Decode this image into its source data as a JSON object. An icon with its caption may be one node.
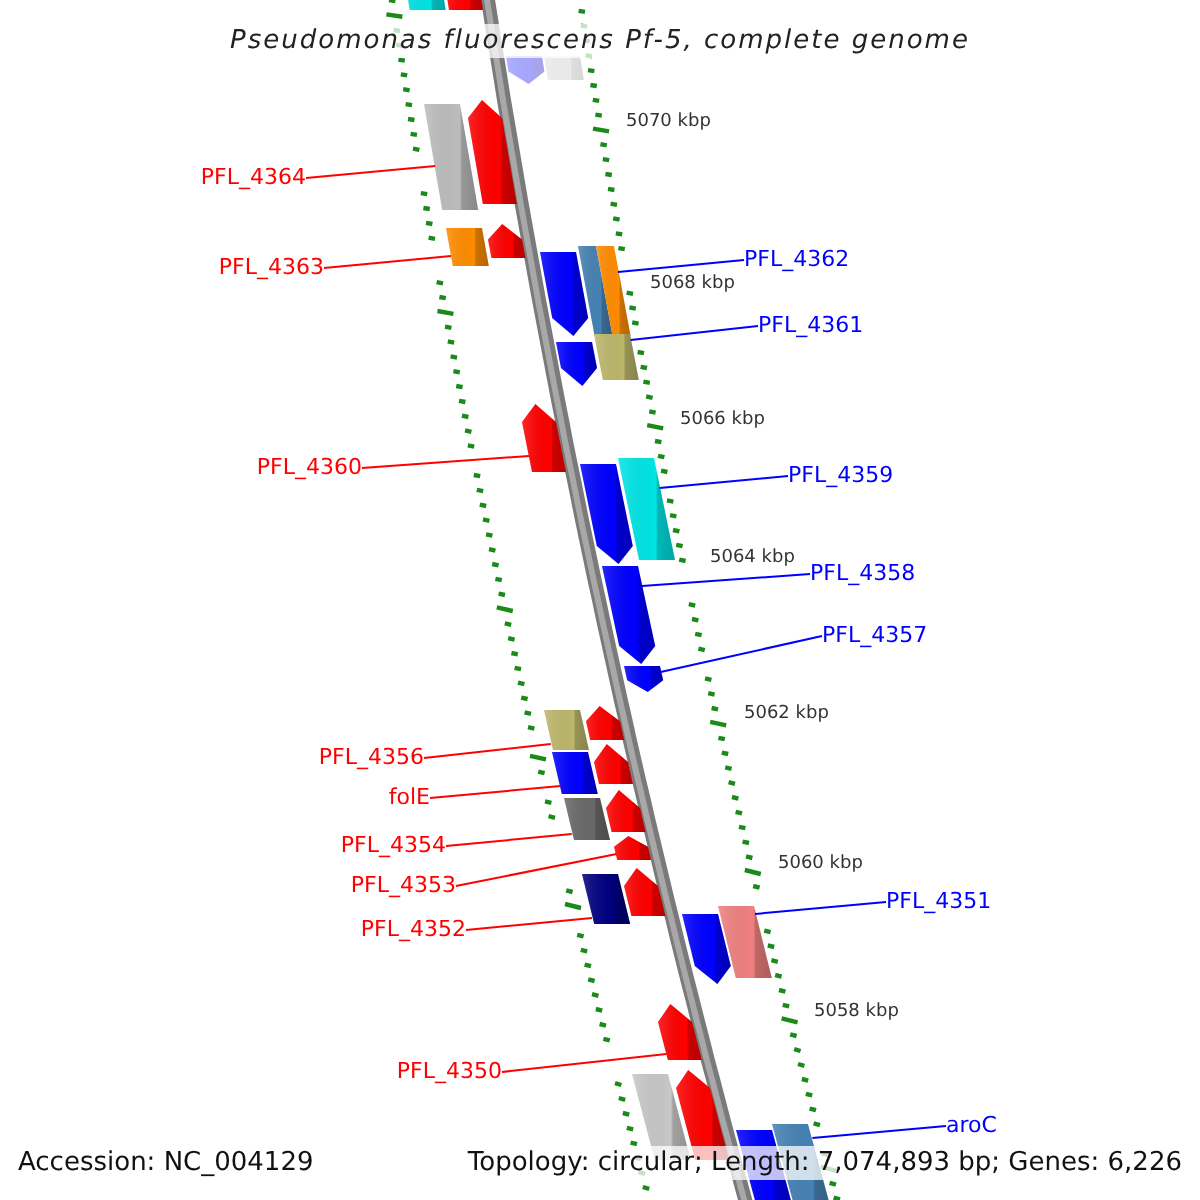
{
  "diagram": {
    "title": "Pseudomonas fluorescens Pf-5, complete genome",
    "nodes": [
      {
        "text": [
          "PFL_4364"
        ]
      },
      {
        "text": [
          "PFL_4362"
        ]
      },
      {
        "text": [
          "PFL_4363"
        ]
      },
      {
        "text": [
          "PFL_4361"
        ]
      },
      {
        "text": [
          "PFL_4360"
        ]
      },
      {
        "text": [
          "PFL_4359"
        ]
      },
      {
        "text": [
          "PFL_4358"
        ]
      },
      {
        "text": [
          "PFL_4357"
        ]
      },
      {
        "text": [
          "PFL_4356"
        ]
      },
      {
        "text": [
          "folE"
        ]
      },
      {
        "text": [
          "PFL_4354"
        ]
      },
      {
        "text": [
          "PFL_4353"
        ]
      },
      {
        "text": [
          "PFL_4351"
        ]
      },
      {
        "text": [
          "PFL_4352"
        ]
      },
      {
        "text": [
          "PFL_4350"
        ]
      },
      {
        "text": [
          "aroC"
        ]
      },
      {
        "text": [],
        "shape": "box"
      },
      {
        "text": [],
        "shape": "pentagon"
      },
      {
        "text": [],
        "shape": "pentagon"
      },
      {
        "text": [],
        "shape": "box"
      },
      {
        "text": [],
        "shape": "box"
      },
      {
        "text": [],
        "shape": "pentagon"
      },
      {
        "text": [],
        "shape": "box"
      },
      {
        "text": [],
        "shape": "pentagon"
      },
      {
        "text": [],
        "shape": "pentagon"
      },
      {
        "text": [],
        "shape": "box"
      },
      {
        "text": [],
        "shape": "box"
      },
      {
        "text": [],
        "shape": "pentagon"
      },
      {
        "text": [],
        "shape": "box"
      },
      {
        "text": [],
        "shape": "pentagon"
      },
      {
        "text": [],
        "shape": "pentagon"
      },
      {
        "text": [],
        "shape": "box"
      },
      {
        "text": [],
        "shape": "pentagon"
      },
      {
        "text": [],
        "shape": "pentagon"
      },
      {
        "text": [],
        "shape": "box"
      },
      {
        "text": [],
        "shape": "pentagon"
      },
      {
        "text": [],
        "shape": "box"
      },
      {
        "text": [],
        "shape": "pentagon"
      },
      {
        "text": [],
        "shape": "box"
      },
      {
        "text": [],
        "shape": "pentagon"
      },
      {
        "text": [],
        "shape": "pentagon"
      },
      {
        "text": [],
        "shape": "box"
      },
      {
        "text": [],
        "shape": "pentagon"
      },
      {
        "text": [],
        "shape": "pentagon"
      },
      {
        "text": [],
        "shape": "box"
      },
      {
        "text": [],
        "shape": "pentagon"
      },
      {
        "text": [],
        "shape": "box"
      },
      {
        "text": [],
        "shape": "pentagon"
      },
      {
        "text": [],
        "shape": "pentagon"
      },
      {
        "text": [],
        "shape": "box"
      }
    ],
    "edges": [
      {
        "from": 0,
        "to": 20,
        "arrow": "none"
      },
      {
        "from": 1,
        "to": 26,
        "arrow": "none",
        "color": "#0000ff"
      },
      {
        "from": 2,
        "to": 22,
        "arrow": "none"
      },
      {
        "from": 3,
        "to": 28,
        "arrow": "none",
        "color": "#0000ff"
      },
      {
        "from": 4,
        "to": 29,
        "arrow": "none"
      },
      {
        "from": 5,
        "to": 31,
        "arrow": "none",
        "color": "#0000ff"
      },
      {
        "from": 6,
        "to": 32,
        "arrow": "none",
        "color": "#0000ff"
      },
      {
        "from": 7,
        "to": 33,
        "arrow": "none",
        "color": "#0000ff"
      },
      {
        "from": 8,
        "to": 34,
        "arrow": "none"
      },
      {
        "from": 9,
        "to": 36,
        "arrow": "none"
      },
      {
        "from": 10,
        "to": 38,
        "arrow": "none"
      },
      {
        "from": 11,
        "to": 40,
        "arrow": "none"
      },
      {
        "from": 12,
        "to": 44,
        "arrow": "none",
        "color": "#0000ff"
      },
      {
        "from": 13,
        "to": 41,
        "arrow": "none"
      },
      {
        "from": 14,
        "to": 45,
        "arrow": "none"
      },
      {
        "from": 15,
        "to": 49,
        "arrow": "none",
        "color": "#0000ff"
      }
    ],
    "labels": [
      "5070 kbp",
      "5068 kbp",
      "5066 kbp",
      "5064 kbp",
      "5062 kbp",
      "5060 kbp",
      "5058 kbp",
      "Accession: NC_004129",
      "Topology: circular; Length: 7,074,893 bp; Genes: 6,226"
    ]
  }
}
